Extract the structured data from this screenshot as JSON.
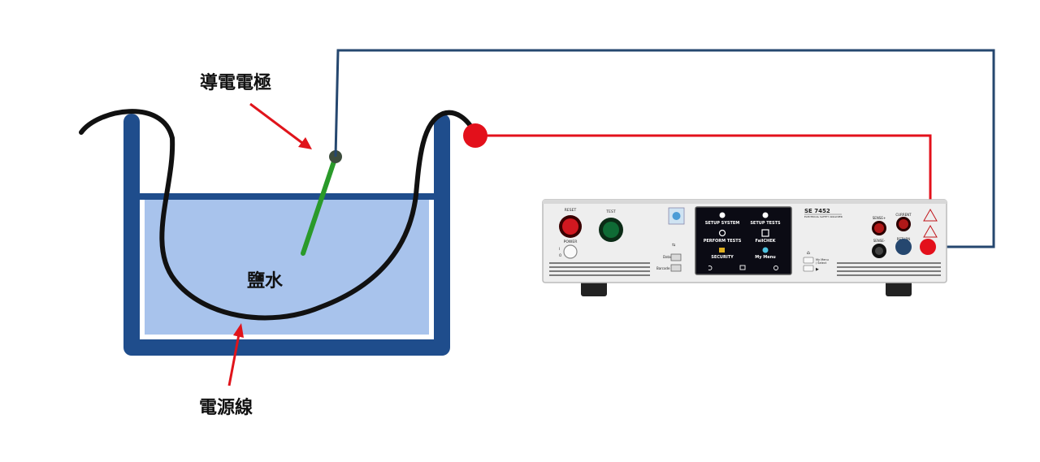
{
  "labels": {
    "electrode": "導電電極",
    "saltwater": "鹽水",
    "power_cord": "電源線"
  },
  "instrument": {
    "model": "SE 7452",
    "subtitle": "ELECTRICAL SAFETY ANALYZER",
    "reset_label": "RESET",
    "test_label": "TEST",
    "power_label": "POWER",
    "power_on": "I",
    "power_off": "O",
    "usb_data": "Data",
    "usb_barcode": "Barcode",
    "screen_items": [
      "SETUP SYSTEM",
      "SETUP TESTS",
      "PERFORM TESTS",
      "FailCHEK",
      "SECURITY",
      "My Menu"
    ],
    "menu_label_line1": "My Menu",
    "menu_label_line2": "/ Select",
    "play_label": "▶",
    "sense_plus": "SENSE+",
    "current_label": "CURRENT",
    "sense_minus": "SENSE-",
    "return_label": "RETURN"
  },
  "colors": {
    "tank_blue": "#1f4d8c",
    "water": "#a8c3ec",
    "cord": "#111111",
    "electrode": "#2a9a2a",
    "red_wire": "#e3101b",
    "blue_wire": "#25476f",
    "arrow": "#e0141b"
  }
}
